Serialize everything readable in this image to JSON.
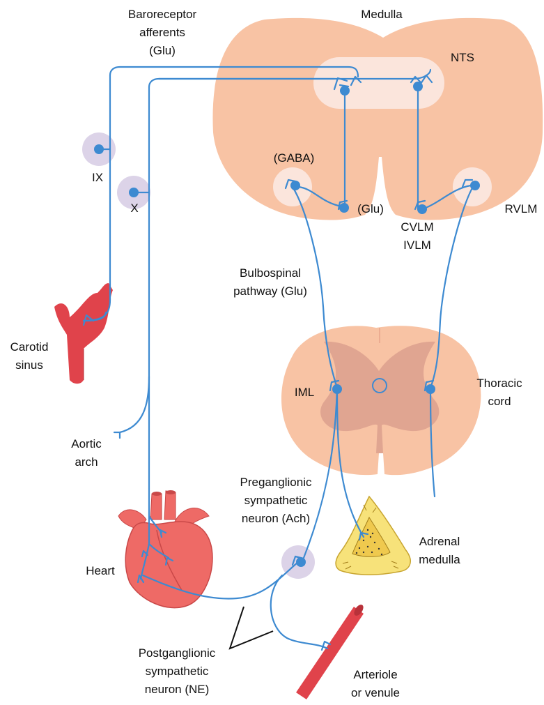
{
  "labels": {
    "medulla": "Medulla",
    "baroreceptor_afferents_line1": "Baroreceptor",
    "baroreceptor_afferents_line2": "afferents",
    "baroreceptor_afferents_line3": "(Glu)",
    "nts": "NTS",
    "gaba": "(GABA)",
    "glu": "(Glu)",
    "rvlm": "RVLM",
    "cvlm": "CVLM",
    "ivlm": "IVLM",
    "ix": "IX",
    "x": "X",
    "bulbospinal_line1": "Bulbospinal",
    "bulbospinal_line2": "pathway (Glu)",
    "carotid_line1": "Carotid",
    "carotid_line2": "sinus",
    "iml": "IML",
    "thoracic_line1": "Thoracic",
    "thoracic_line2": "cord",
    "aortic_line1": "Aortic",
    "aortic_line2": "arch",
    "preganglionic_line1": "Preganglionic",
    "preganglionic_line2": "sympathetic",
    "preganglionic_line3": "neuron (Ach)",
    "adrenal_line1": "Adrenal",
    "adrenal_line2": "medulla",
    "heart": "Heart",
    "postganglionic_line1": "Postganglionic",
    "postganglionic_line2": "sympathetic",
    "postganglionic_line3": "neuron (NE)",
    "arteriole_line1": "Arteriole",
    "arteriole_line2": "or venule"
  },
  "colors": {
    "tissue": "#f8c3a4",
    "gray_matter": "#e0a591",
    "nerve": "#3d8ad1",
    "vessel": "#e0434b",
    "heart": "#ee6a66",
    "adrenal": "#f7e27a",
    "halo": "#dcd3e8"
  }
}
